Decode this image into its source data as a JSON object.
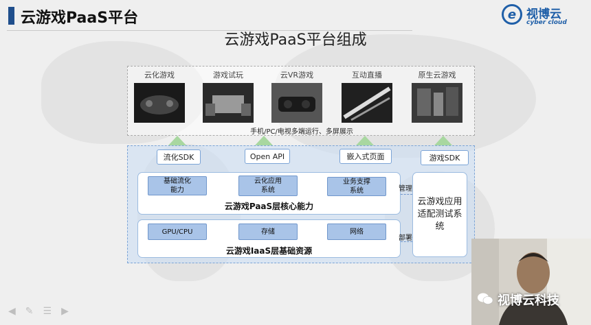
{
  "header": {
    "title": "云游戏PaaS平台",
    "logo_cn": "视博云",
    "logo_en": "cyber cloud",
    "logo_glyph": "e"
  },
  "subtitle": "云游戏PaaS平台组成",
  "scenarios": {
    "items": [
      {
        "label": "云化游戏",
        "icon": "gamepad-photo"
      },
      {
        "label": "游戏试玩",
        "icon": "handheld-play-photo"
      },
      {
        "label": "云VR游戏",
        "icon": "vr-headset-photo"
      },
      {
        "label": "互动直播",
        "icon": "livestream-photo"
      },
      {
        "label": "原生云游戏",
        "icon": "native-game-photo"
      }
    ],
    "caption": "手机/PC/电视多端运行、多屏展示"
  },
  "apis": {
    "sdk": "流化SDK",
    "open_api": "Open API",
    "embedded": "嵌入式页面",
    "game_sdk": "游戏SDK"
  },
  "paas_layer": {
    "title": "云游戏PaaS层核心能力",
    "modules": [
      "基础流化\n能力",
      "云化应用\n系统",
      "业务支撑\n系统"
    ]
  },
  "iaas_layer": {
    "title": "云游戏IaaS层基础资源",
    "modules": [
      "GPU/CPU",
      "存储",
      "网络"
    ]
  },
  "test_system": "云游戏应用适配测试系统",
  "side_labels": {
    "manage": "管理",
    "deploy": "部署"
  },
  "watermark": "视博云科技",
  "colors": {
    "brand": "#1f5fa8",
    "module_fill": "#a9c4e8",
    "arrow": "#a8d7a0",
    "platform_bg": "#cedef2"
  }
}
